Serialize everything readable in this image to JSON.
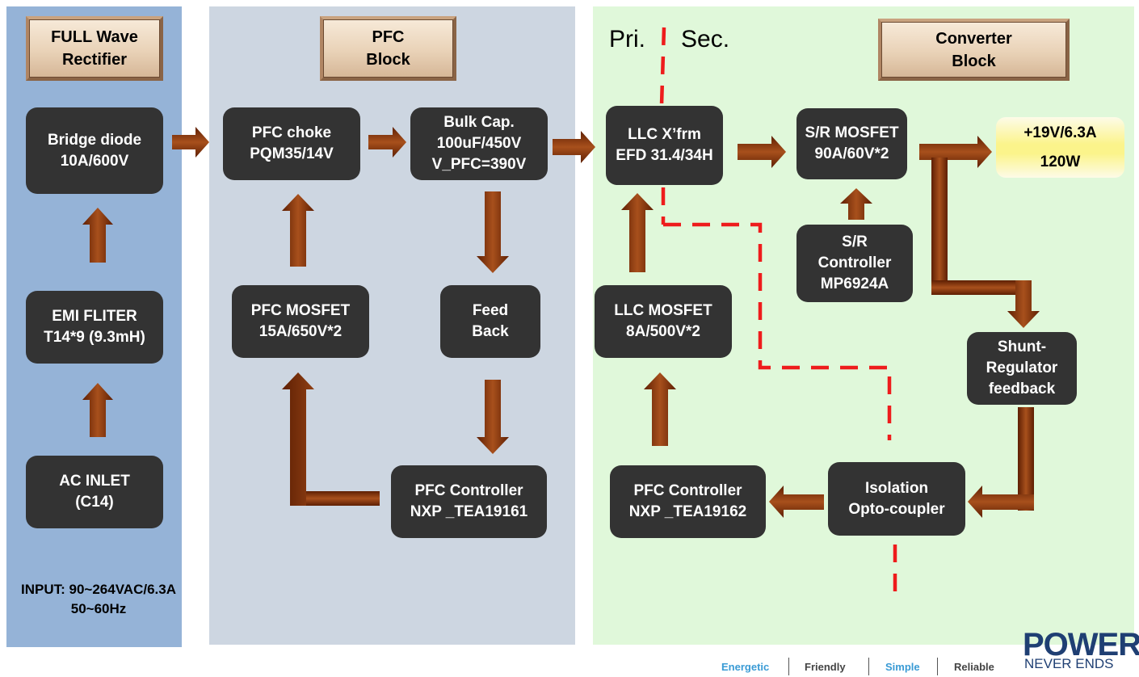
{
  "sections": {
    "rectifier": {
      "title": "FULL Wave\nRectifier"
    },
    "pfc": {
      "title": "PFC\nBlock"
    },
    "converter": {
      "title": "Converter\nBlock"
    }
  },
  "blocks": {
    "bridge_diode": "Bridge diode\n10A/600V",
    "emi_filter": "EMI  FLITER\nT14*9 (9.3mH)",
    "ac_inlet": "AC  INLET\n(C14)",
    "pfc_choke": "PFC  choke\nPQM35/14V",
    "bulk_cap": "Bulk Cap.\n100uF/450V\nV_PFC=390V",
    "pfc_mosfet": "PFC MOSFET\n15A/650V*2",
    "feed_back": "Feed\nBack",
    "pfc_controller_1": "PFC Controller\nNXP _TEA19161",
    "llc_xfrm": "LLC X’frm\nEFD 31.4/34H",
    "sr_mosfet": "S/R MOSFET\n90A/60V*2",
    "sr_controller": "S/R\nController\nMP6924A",
    "llc_mosfet": "LLC MOSFET\n8A/500V*2",
    "shunt_regulator": "Shunt-\nRegulator\nfeedback",
    "isolation": "Isolation\nOpto-coupler",
    "pfc_controller_2": "PFC Controller\nNXP _TEA19162"
  },
  "output": {
    "voltage": "+19V/6.3A",
    "power": "120W"
  },
  "input_spec": "INPUT: 90~264VAC/6.3A\n50~60Hz",
  "isolation_labels": {
    "primary": "Pri.",
    "secondary": "Sec."
  },
  "footer": {
    "logo_main": "POWER",
    "logo_sub": "NEVER ENDS",
    "slogans": [
      "Energetic",
      "Friendly",
      "Simple",
      "Reliable"
    ]
  },
  "colors": {
    "rectifier_bg": "#95b3d7",
    "pfc_bg": "#cdd6e1",
    "converter_bg": "#e0f8da",
    "block_fill": "#333333",
    "arrow": "#7a2d08",
    "isolation_line": "#ee1c1c",
    "logo": "#1f3f73"
  }
}
